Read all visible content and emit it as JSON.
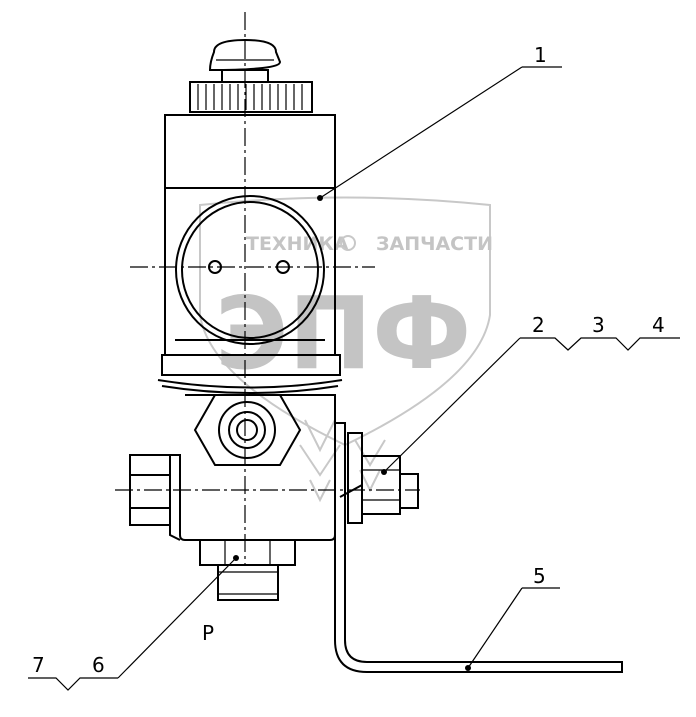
{
  "callouts": [
    {
      "id": "1",
      "text": "1"
    },
    {
      "id": "2",
      "text": "2"
    },
    {
      "id": "3",
      "text": "3"
    },
    {
      "id": "4",
      "text": "4"
    },
    {
      "id": "5",
      "text": "5"
    },
    {
      "id": "6",
      "text": "6"
    },
    {
      "id": "7",
      "text": "7"
    }
  ],
  "port_label": "P",
  "watermark": {
    "line1_left": "ТЕХНИКА",
    "line1_right": "ЗАПЧАСТИ",
    "logo": "ЭПФ"
  }
}
